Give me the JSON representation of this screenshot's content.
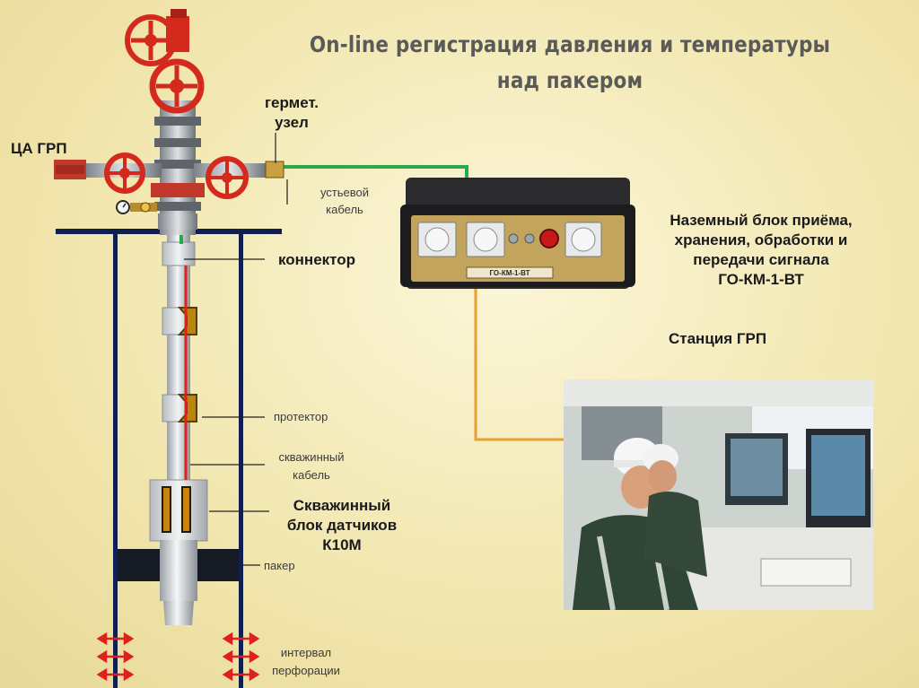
{
  "title": {
    "line1": "On-line регистрация давления и температуры",
    "line2": "над пакером"
  },
  "labels": {
    "ca_grp": "ЦА ГРП",
    "sealed_unit_1": "гермет.",
    "sealed_unit_2": "узел",
    "wellhead_cable_1": "устьевой",
    "wellhead_cable_2": "кабель",
    "connector": "коннектор",
    "protector": "протектор",
    "downhole_cable_1": "скважинный",
    "downhole_cable_2": "кабель",
    "sensor_block_1": "Скважинный",
    "sensor_block_2": "блок датчиков",
    "sensor_block_3": "К10М",
    "packer": "пакер",
    "perforation_1": "интервал",
    "perforation_2": "перфорации",
    "ground_unit_1": "Наземный блок приёма,",
    "ground_unit_2": "хранения, обработки и",
    "ground_unit_3": "передачи сигнала",
    "ground_unit_4": "ГО-КМ-1-ВТ",
    "station": "Станция ГРП"
  },
  "device": {
    "panel_label": "ГО-КМ-1-ВТ"
  },
  "colors": {
    "valve_red": "#d42a1e",
    "casing_blue": "#0f1f4f",
    "cable_green": "#2aa84a",
    "cable_red": "#e0201a",
    "signal_orange": "#e8a030",
    "title_gray": "#5a5a5a"
  }
}
